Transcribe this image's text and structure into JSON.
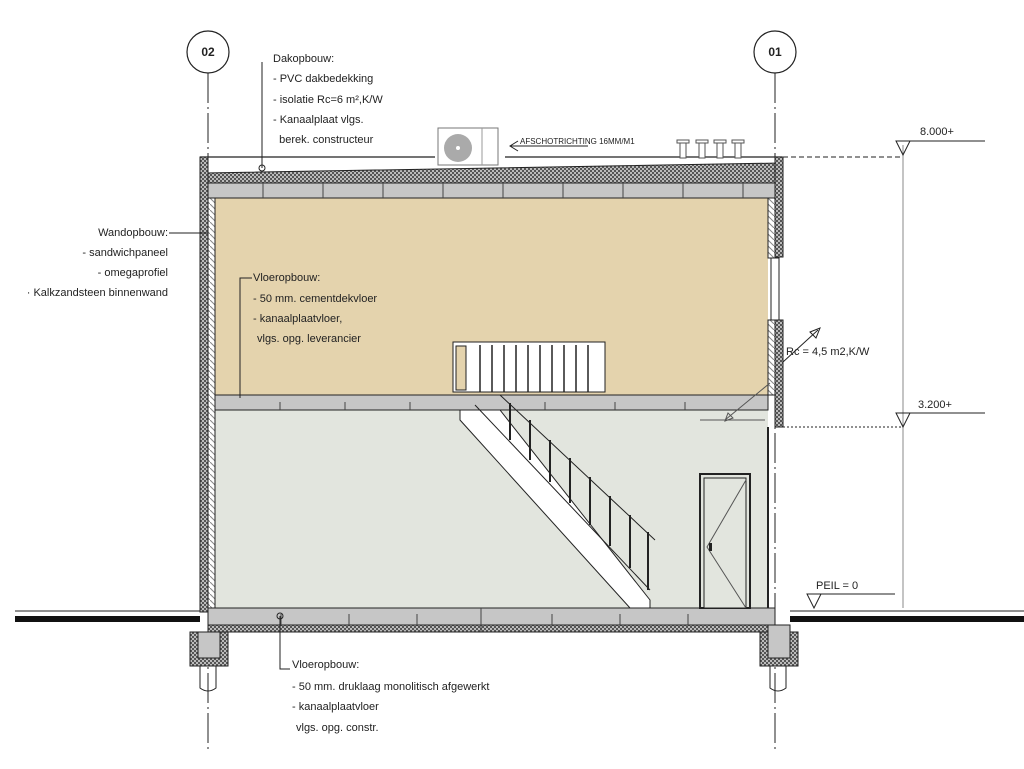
{
  "grid_axes": [
    {
      "label": "02"
    },
    {
      "label": "01"
    }
  ],
  "roof_note": {
    "title": "Dakopbouw:",
    "lines": [
      "- PVC dakbedekking",
      "- isolatie Rc=6 m²,K/W",
      "- Kanaalplaat vlgs.",
      "  berek. constructeur"
    ]
  },
  "slope_note": "AFSCHOTRICHTING 16MM/M1",
  "wall_note": {
    "title": "Wandopbouw:",
    "lines": [
      "- sandwichpaneel",
      "- omegaprofiel",
      "· Kalkzandsteen binnenwand"
    ]
  },
  "upper_floor_note": {
    "title": "Vloeropbouw:",
    "lines": [
      "- 50 mm. cementdekvloer",
      "- kanaalplaatvloer,",
      "vlgs. opg. leverancier"
    ]
  },
  "ground_floor_note": {
    "title": "Vloeropbouw:",
    "lines": [
      "- 50 mm. druklaag monolitisch afgewerkt",
      "- kanaalplaatvloer",
      "vlgs. opg. constr."
    ]
  },
  "rc_note": "Rc = 4,5 m2,K/W",
  "levels": [
    {
      "label": "8.000+"
    },
    {
      "label": "3.200+"
    },
    {
      "label": "PEIL = 0"
    }
  ],
  "colors": {
    "upper_room": "#e4d3ad",
    "lower_room": "#e2e5de",
    "slab": "#c6c6c6"
  }
}
